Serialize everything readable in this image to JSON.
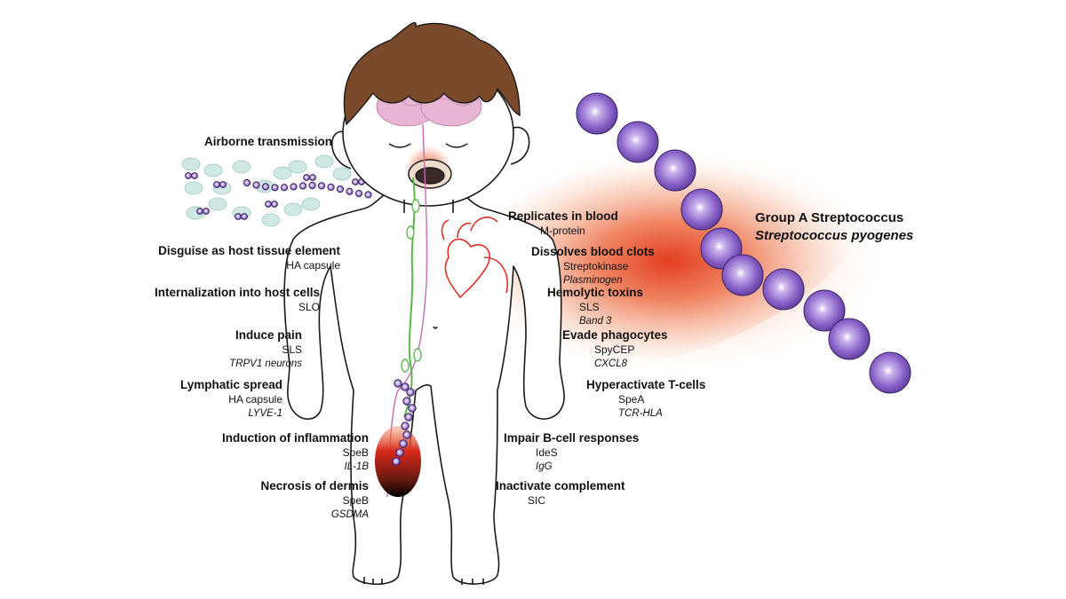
{
  "bacterium": {
    "name": "Group A Streptococcus",
    "species": "Streptococcus pyogenes",
    "color": "#8a62c8"
  },
  "left_annotations": [
    {
      "id": "airborne",
      "title": "Airborne transmission",
      "factor": "",
      "target": ""
    },
    {
      "id": "disguise",
      "title": "Disguise as host tissue element",
      "factor": "HA capsule",
      "target": ""
    },
    {
      "id": "internalization",
      "title": "Internalization into host cells",
      "factor": "SLO",
      "target": ""
    },
    {
      "id": "pain",
      "title": "Induce pain",
      "factor": "SLS",
      "target": "TRPV1 neurons"
    },
    {
      "id": "lymphatic",
      "title": "Lymphatic spread",
      "factor": "HA capsule",
      "target": "LYVE-1"
    },
    {
      "id": "inflammation",
      "title": "Induction of inflammation",
      "factor": "SpeB",
      "target": "IL-1B"
    },
    {
      "id": "necrosis",
      "title": "Necrosis of dermis",
      "factor": "SpeB",
      "target": "GSDMA"
    }
  ],
  "right_annotations": [
    {
      "id": "replicates",
      "title": "Replicates in blood",
      "factor": "M-protein",
      "target": ""
    },
    {
      "id": "clots",
      "title": "Dissolves blood clots",
      "factor": "Streptokinase",
      "target": "Plasminogen"
    },
    {
      "id": "hemolytic",
      "title": "Hemolytic toxins",
      "factor": "SLS",
      "target": "Band 3"
    },
    {
      "id": "phagocytes",
      "title": "Evade phagocytes",
      "factor": "SpyCEP",
      "target": "CXCL8"
    },
    {
      "id": "tcells",
      "title": "Hyperactivate T-cells",
      "factor": "SpeA",
      "target": "TCR-HLA"
    },
    {
      "id": "bcells",
      "title": "Impair B-cell responses",
      "factor": "IdeS",
      "target": "IgG"
    },
    {
      "id": "complement",
      "title": "Inactivate complement",
      "factor": "SIC",
      "target": ""
    }
  ],
  "colors": {
    "hair": "#7b4a2a",
    "outline": "#1a1a1a",
    "brain": "#e8b6d4",
    "heart": "#e0302a",
    "lymph": "#5ab84a",
    "nerve": "#c86ab0",
    "infection_glow": "#e8542c",
    "droplet": "#cfe8e4"
  }
}
